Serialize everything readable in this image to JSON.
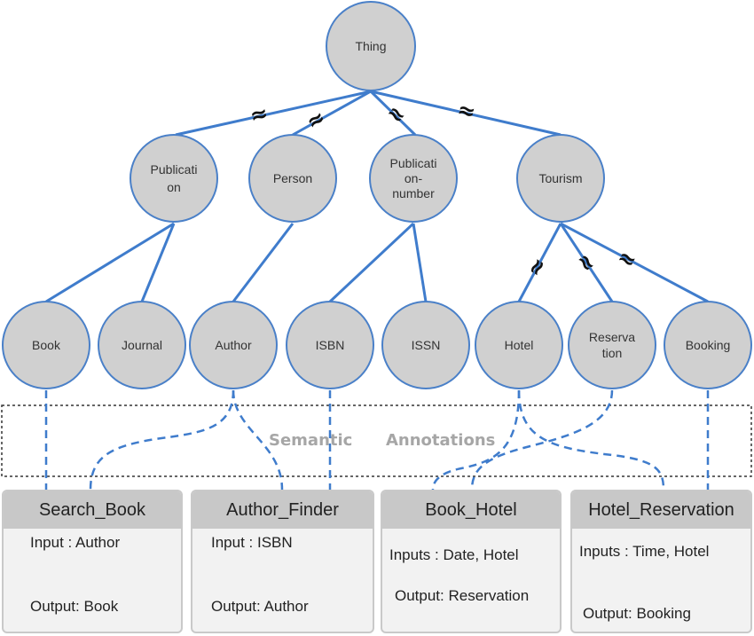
{
  "root": {
    "id": "thing",
    "label": [
      "Thing"
    ]
  },
  "level1": [
    {
      "id": "publication",
      "label": [
        "Publicati",
        "on"
      ]
    },
    {
      "id": "person",
      "label": [
        "Person"
      ]
    },
    {
      "id": "publication-number",
      "label": [
        "Publicati",
        "on-",
        "number"
      ]
    },
    {
      "id": "tourism",
      "label": [
        "Tourism"
      ]
    }
  ],
  "level2": [
    {
      "id": "book",
      "label": [
        "Book"
      ]
    },
    {
      "id": "journal",
      "label": [
        "Journal"
      ]
    },
    {
      "id": "author",
      "label": [
        "Author"
      ]
    },
    {
      "id": "isbn",
      "label": [
        "ISBN"
      ]
    },
    {
      "id": "issn",
      "label": [
        "ISSN"
      ]
    },
    {
      "id": "hotel",
      "label": [
        "Hotel"
      ]
    },
    {
      "id": "reservation",
      "label": [
        "Reserva",
        "tion"
      ]
    },
    {
      "id": "booking",
      "label": [
        "Booking"
      ]
    }
  ],
  "equivalence_symbol": "≈",
  "annotation": {
    "word1": "Semantic",
    "word2": "Annotations"
  },
  "services": [
    {
      "id": "search-book",
      "title": "Search_Book",
      "input": "Input : Author",
      "output": "Output: Book"
    },
    {
      "id": "author-finder",
      "title": "Author_Finder",
      "input": "Input : ISBN",
      "output": "Output: Author"
    },
    {
      "id": "book-hotel",
      "title": "Book_Hotel",
      "input": "Inputs : Date, Hotel",
      "output": "Output: Reservation"
    },
    {
      "id": "hotel-reservation",
      "title": "Hotel_Reservation",
      "input": "Inputs : Time, Hotel",
      "output": "Output: Booking"
    }
  ]
}
